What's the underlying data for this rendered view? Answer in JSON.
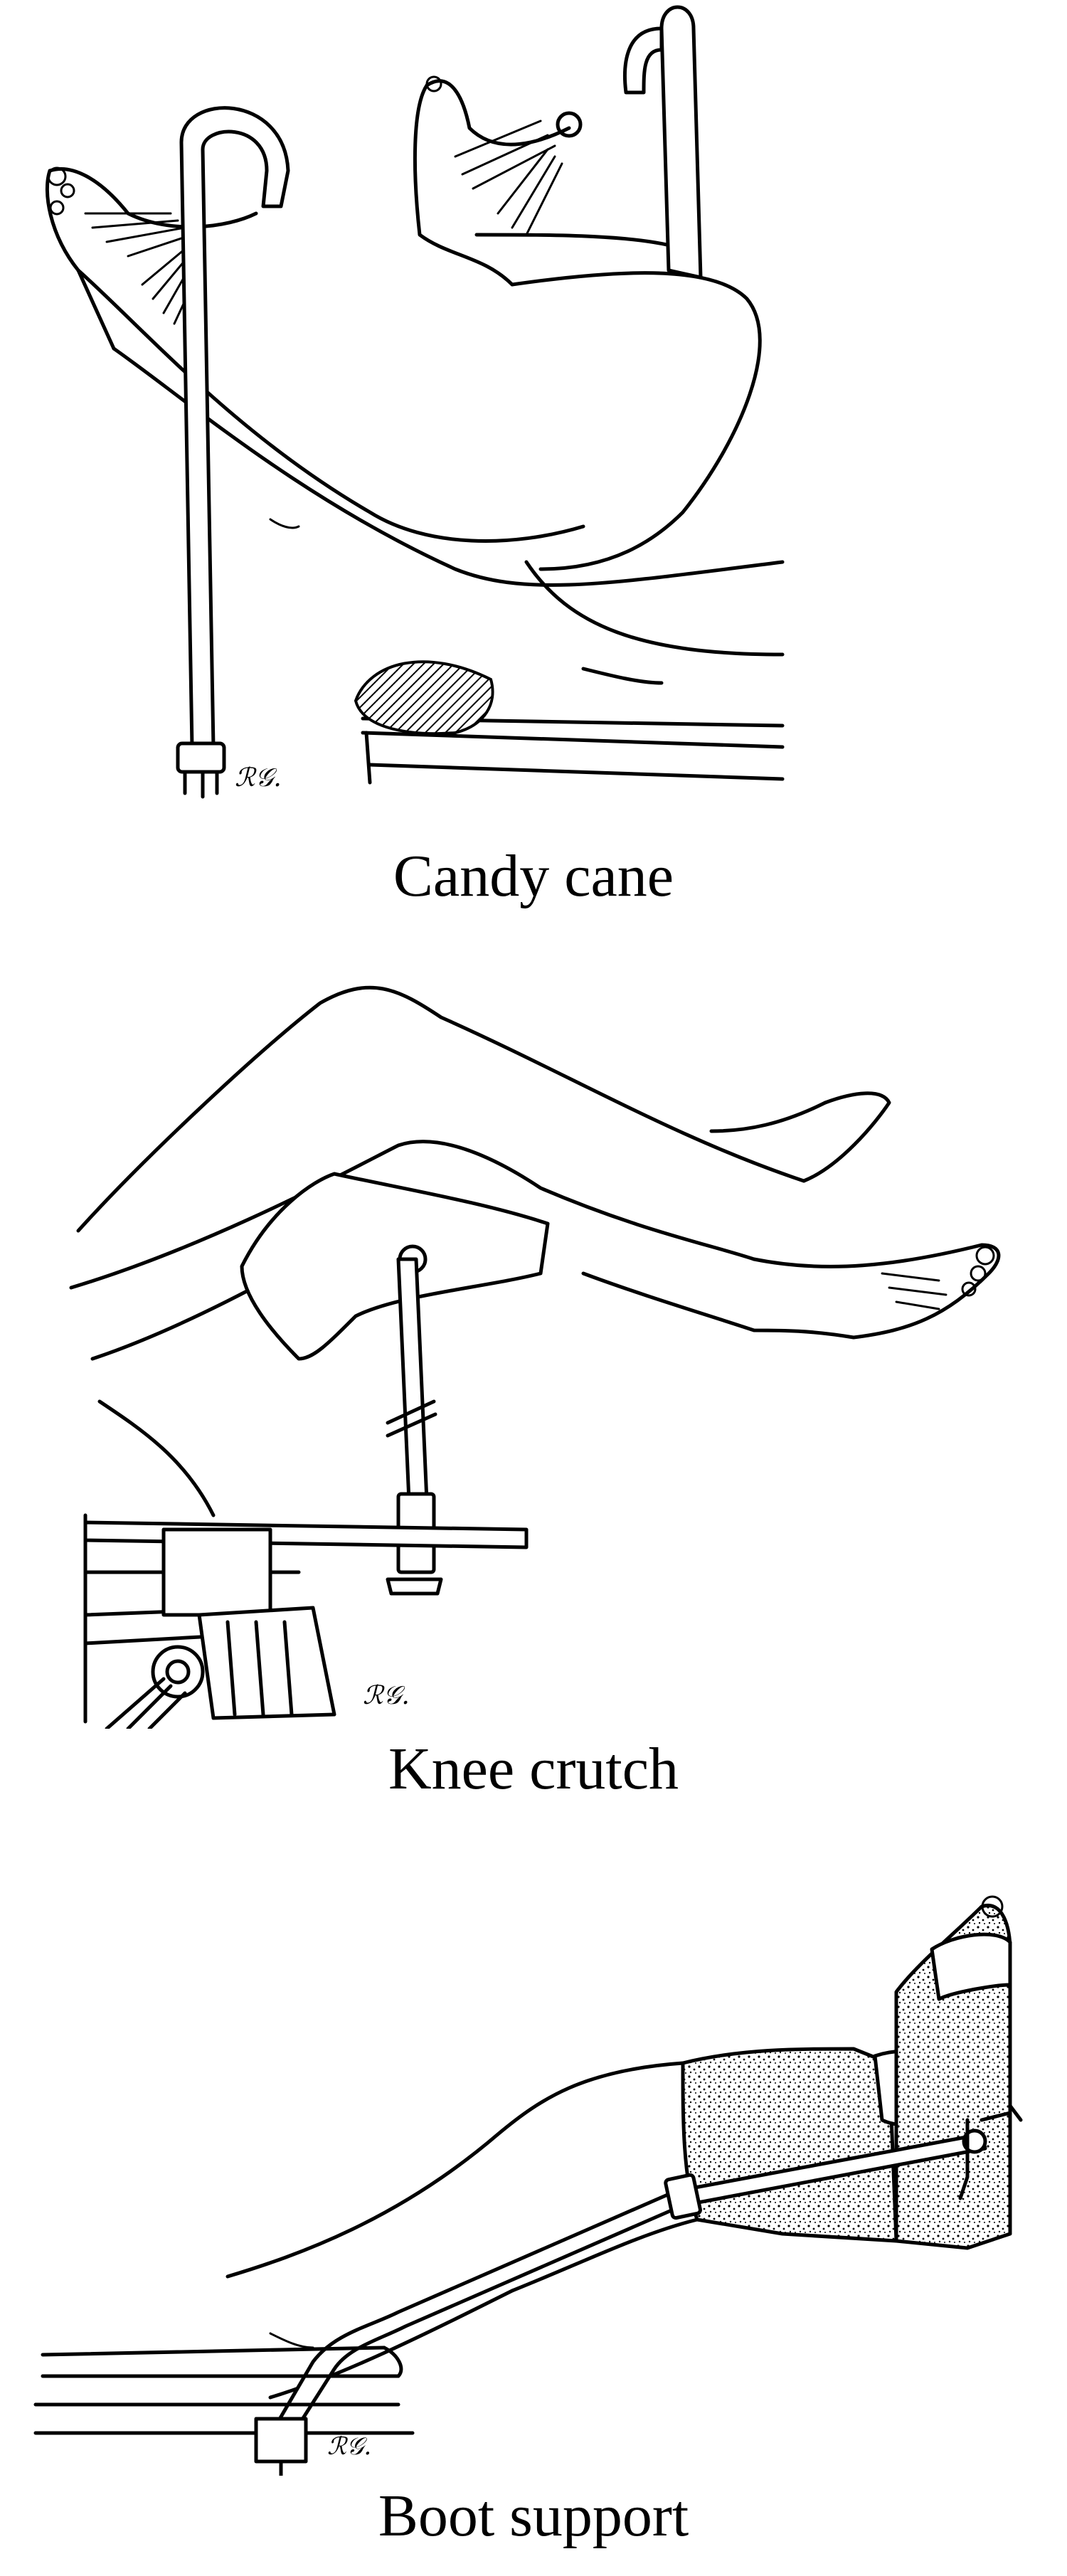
{
  "figure": {
    "panels": [
      {
        "caption": "Candy cane",
        "signature": "ℛ𝒢."
      },
      {
        "caption": "Knee crutch",
        "signature": "ℛ𝒢."
      },
      {
        "caption": "Boot support",
        "signature": "ℛ𝒢."
      }
    ]
  },
  "colors": {
    "ink": "#000000",
    "background": "#ffffff"
  }
}
